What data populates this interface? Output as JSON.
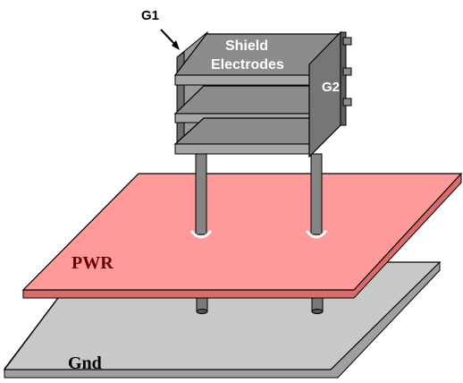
{
  "labels": {
    "g1": "G1",
    "g2": "G2",
    "shield_line1": "Shield",
    "shield_line2": "Electrodes",
    "pwr": "PWR",
    "gnd": "Gnd"
  },
  "colors": {
    "pwr_plane": "#ff9a9a",
    "gnd_plane": "#c8c8c8",
    "electrode_dark": "#6e6e6e",
    "electrode_mid": "#8c8c8c",
    "electrode_light": "#a6a6a6",
    "outline": "#000000",
    "white_text": "#ffffff"
  }
}
